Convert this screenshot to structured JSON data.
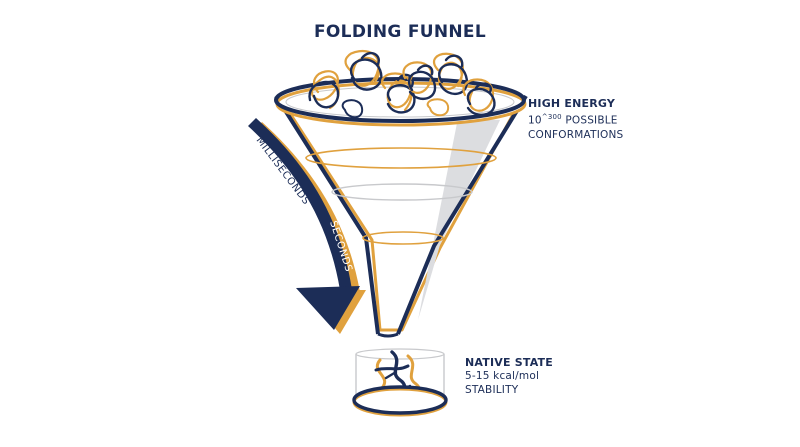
{
  "title": "FOLDING FUNNEL",
  "high_energy": {
    "heading": "HIGH ENERGY",
    "count_base": "10",
    "count_exponent": "^300",
    "count_suffix": " POSSIBLE",
    "line2": "CONFORMATIONS"
  },
  "native_state": {
    "heading": "NATIVE STATE",
    "line1": "5-15 kcal/mol",
    "line2": "STABILITY"
  },
  "arrow_labels": {
    "milliseconds": "MILLISECONDS",
    "seconds": "SECONDS"
  },
  "colors": {
    "navy": "#1c2d57",
    "gold": "#e0a13e",
    "light_grey": "#d9dadd",
    "ring_grey": "#c8c9cc"
  }
}
